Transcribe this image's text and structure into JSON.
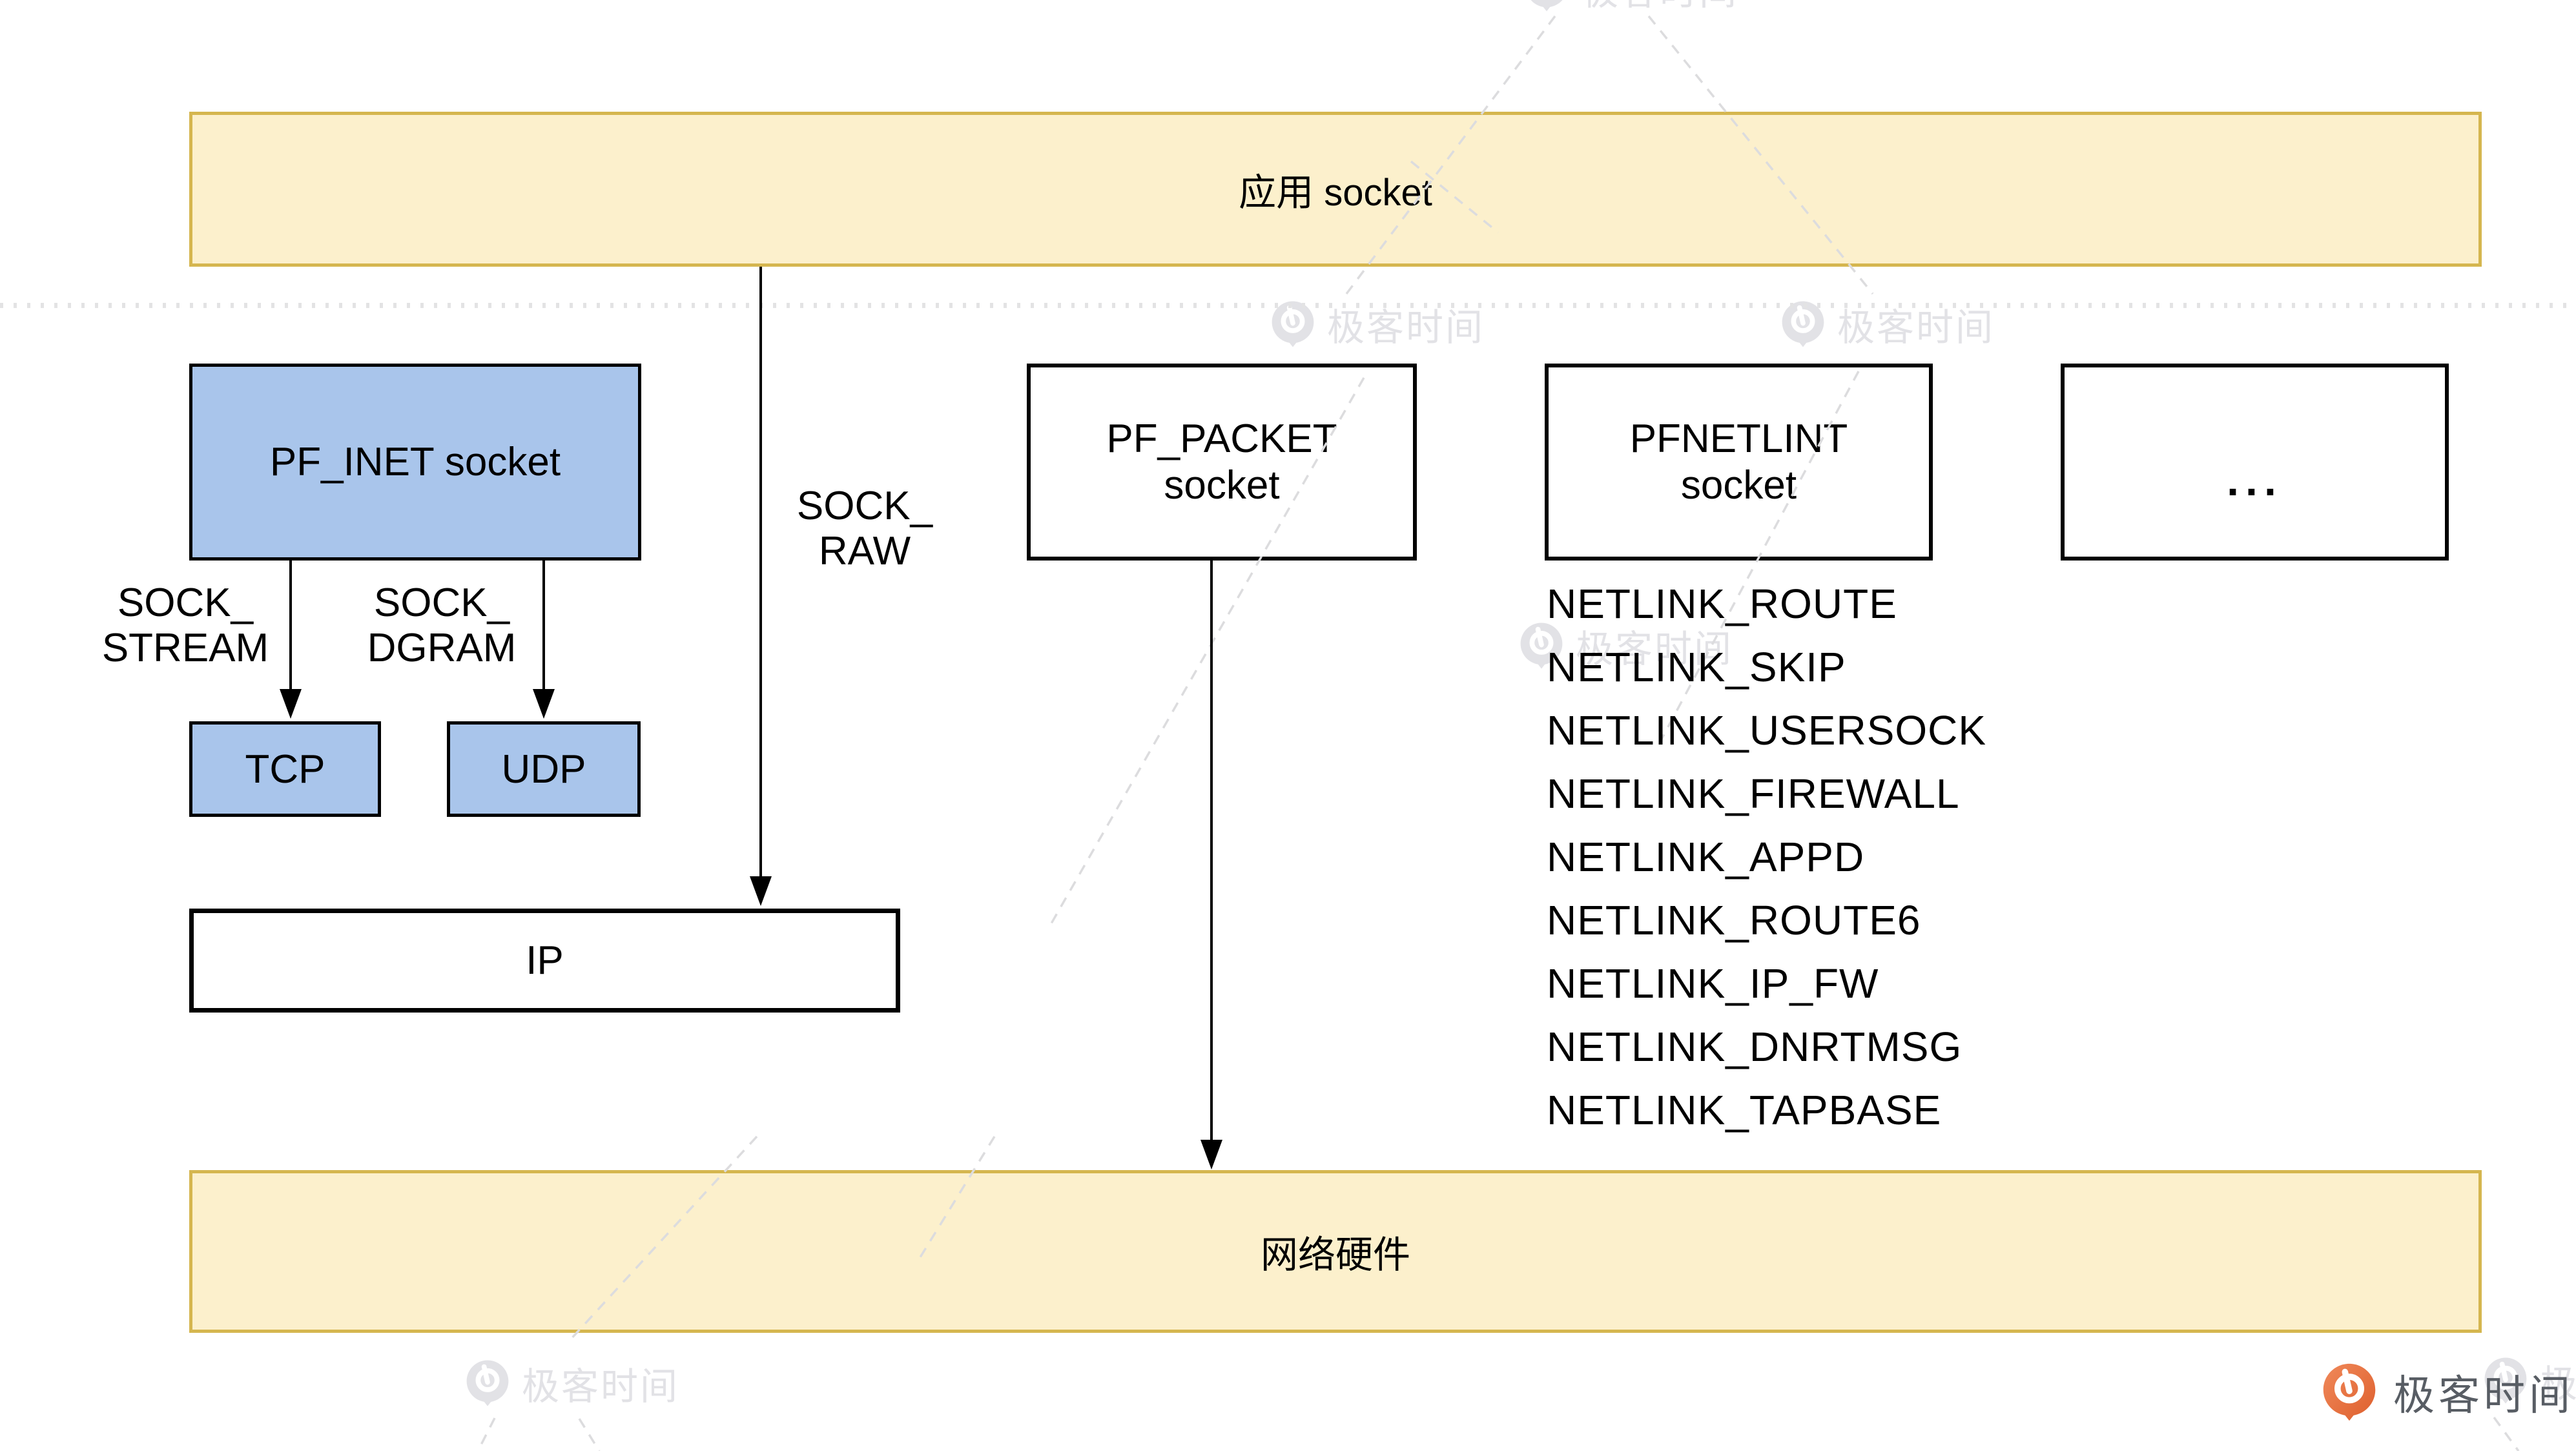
{
  "diagram": {
    "app_box_label": "应用 socket",
    "hw_box_label": "网络硬件",
    "pf_inet_label": "PF_INET socket",
    "tcp_label": "TCP",
    "udp_label": "UDP",
    "ip_label": "IP",
    "pf_packet_line1": "PF_PACKET",
    "pf_packet_line2": "socket",
    "pfnetlint_line1": "PFNETLINT",
    "pfnetlint_line2": "socket",
    "ellipsis_label": "...",
    "sock_stream_line1": "SOCK_",
    "sock_stream_line2": "STREAM",
    "sock_dgram_line1": "SOCK_",
    "sock_dgram_line2": "DGRAM",
    "sock_raw_line1": "SOCK_",
    "sock_raw_line2": "RAW",
    "netlink_items": [
      "NETLINK_ROUTE",
      "NETLINK_SKIP",
      "NETLINK_USERSOCK",
      "NETLINK_FIREWALL",
      "NETLINK_APPD",
      "NETLINK_ROUTE6",
      "NETLINK_IP_FW",
      "NETLINK_DNRTMSG",
      "NETLINK_TAPBASE"
    ],
    "colors": {
      "band_fill": "#FCF0CC",
      "band_border": "#D5B64F",
      "blue_fill": "#A9C5EB",
      "box_border": "#000000",
      "brand_orange": "#ED7443",
      "brand_text_gray": "#585d64",
      "watermark_gray": "#e2e2e6"
    }
  },
  "watermark": {
    "brand": "极客时间"
  }
}
